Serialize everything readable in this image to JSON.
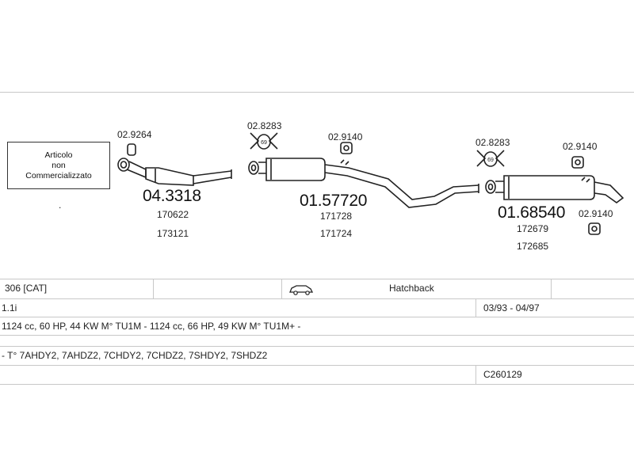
{
  "note": {
    "line1": "Articolo",
    "line2": "non",
    "line3": "Commercializzato"
  },
  "dot": ".",
  "parts": {
    "p1": {
      "code": "04.3318",
      "refs": [
        "170622",
        "173121"
      ],
      "fitting": "02.9264"
    },
    "p2": {
      "code": "01.57720",
      "refs": [
        "171728",
        "171724"
      ],
      "fitting_a": "02.8283",
      "fitting_b": "02.9140"
    },
    "p3": {
      "code": "01.68540",
      "refs": [
        "172679",
        "172685"
      ],
      "fitting_a": "02.8283",
      "fitting_b": "02.9140",
      "fitting_c": "02.9140"
    }
  },
  "clamp_badge": "69",
  "table": {
    "model": "306  [CAT]",
    "body": "Hatchback",
    "engine": "1.1i",
    "dates": "03/93 - 04/97",
    "specs": "1124 cc, 60 HP, 44 KW  M° TU1M - 1124 cc, 66 HP, 49 KW  M° TU1M+ -",
    "types": "- T° 7AHDY2, 7AHDZ2, 7CHDY2, 7CHDZ2, 7SHDY2, 7SHDZ2",
    "ref": "C260129"
  },
  "colors": {
    "line": "#c8c8c8",
    "ink": "#222222"
  }
}
